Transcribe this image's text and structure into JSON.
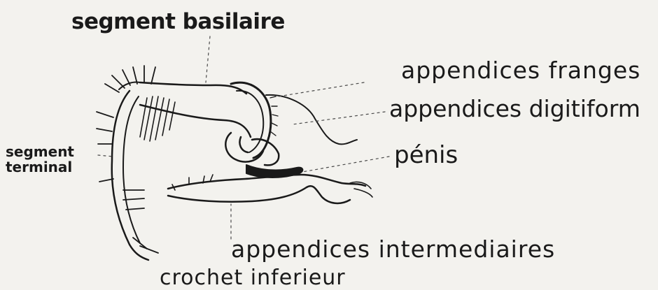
{
  "labels": {
    "segment_basilaire": "segment basilaire",
    "appendices_franges": "appendices franges",
    "appendices_digitiform": "appendices digitiform",
    "penis": "pénis",
    "segment_terminal_line1": "segment",
    "segment_terminal_line2": "terminal",
    "appendices_intermediaires": "appendices intermediaires",
    "crochet_inferieur": "crochet inferieur"
  },
  "colors": {
    "ink": "#1a1a1a",
    "paper": "#f3f2ee"
  }
}
